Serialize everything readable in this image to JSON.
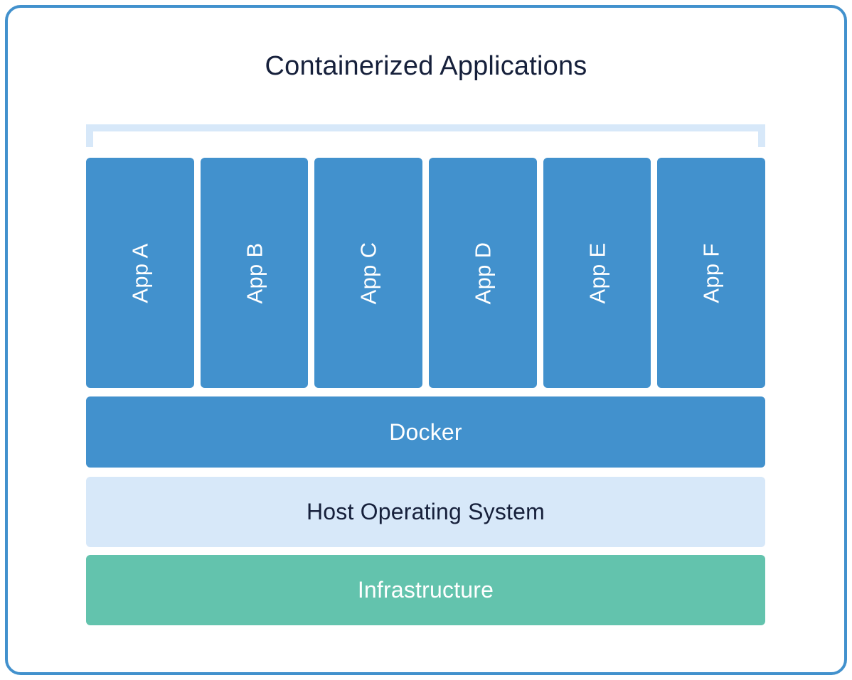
{
  "diagram": {
    "title": "Containerized Applications",
    "bracket": {
      "name": "containerized-applications-bracket",
      "color": "#d7e8f9"
    },
    "apps": [
      {
        "label": "App A"
      },
      {
        "label": "App B"
      },
      {
        "label": "App C"
      },
      {
        "label": "App D"
      },
      {
        "label": "App E"
      },
      {
        "label": "App F"
      }
    ],
    "layers": [
      {
        "id": "docker",
        "label": "Docker",
        "fill": "#4291cd",
        "text_color": "#ffffff"
      },
      {
        "id": "host-os",
        "label": "Host Operating System",
        "fill": "#d7e8f9",
        "text_color": "#16203b"
      },
      {
        "id": "infrastructure",
        "label": "Infrastructure",
        "fill": "#63c3ad",
        "text_color": "#ffffff"
      }
    ],
    "colors": {
      "frame_border": "#4291cd",
      "app_fill": "#4291cd",
      "app_text": "#ffffff",
      "bracket": "#d7e8f9",
      "title_text": "#16203b",
      "background": "#ffffff"
    }
  }
}
